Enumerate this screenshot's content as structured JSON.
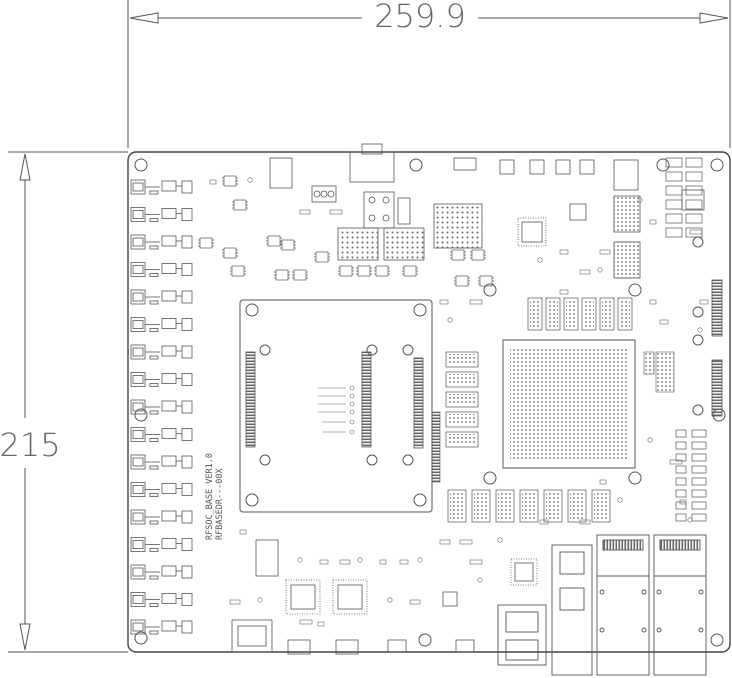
{
  "dimensions": {
    "width": {
      "value": "259.9",
      "unit": "mm"
    },
    "height": {
      "value": "215",
      "unit": "mm"
    }
  },
  "board": {
    "label_line1": "RFSOC_BASE VER1.0",
    "label_line2": "RFBASEDR---00X"
  },
  "colors": {
    "line": "#555555",
    "dimension": "#666666",
    "background": "#ffffff"
  }
}
